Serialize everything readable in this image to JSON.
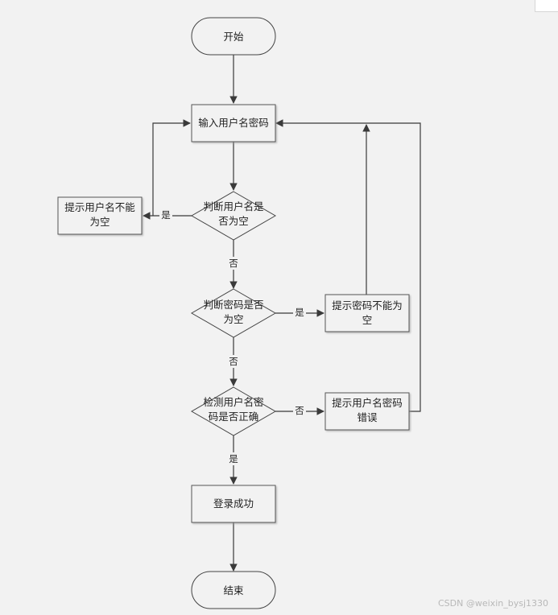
{
  "nodes": {
    "start": "开始",
    "input": "输入用户名密码",
    "check_user_line1": "判断用户名是",
    "check_user_line2": "否为空",
    "tip_user_line1": "提示用户名不能",
    "tip_user_line2": "为空",
    "check_pwd_line1": "判断密码是否",
    "check_pwd_line2": "为空",
    "tip_pwd_line1": "提示密码不能为",
    "tip_pwd_line2": "空",
    "verify_line1": "检测用户名密",
    "verify_line2": "码是否正确",
    "tip_error_line1": "提示用户名密码",
    "tip_error_line2": "错误",
    "success": "登录成功",
    "end": "结束"
  },
  "edges": {
    "user_empty_yes": "是",
    "user_empty_no": "否",
    "pwd_empty_yes": "是",
    "pwd_empty_no": "否",
    "verify_no": "否",
    "verify_yes": "是"
  },
  "watermark": "CSDN @weixin_bysj1330"
}
